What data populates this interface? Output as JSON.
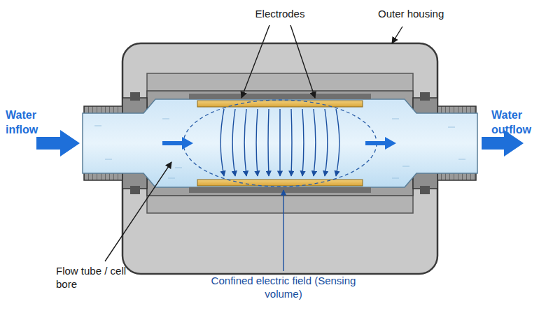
{
  "diagram": {
    "labels": [
      "Electrodes",
      "Outer housing",
      "Water inflow",
      "Water outflow",
      "Flow tube / cell bore",
      "Confined electric field (Sensing volume)"
    ]
  }
}
